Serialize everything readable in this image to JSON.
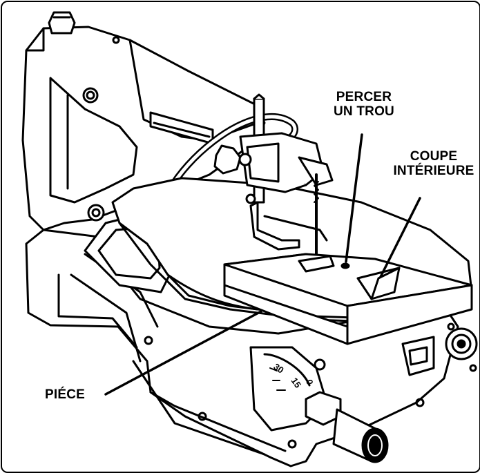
{
  "labels": {
    "percer_un_trou": [
      "PERCER",
      "UN TROU"
    ],
    "coupe_interieure": [
      "COUPE",
      "INTÉRIEURE"
    ],
    "piece": "PIÉCE"
  },
  "scale": {
    "ticks": [
      "30",
      "15",
      "0"
    ]
  },
  "colors": {
    "ink": "#000000",
    "paper": "#ffffff"
  }
}
